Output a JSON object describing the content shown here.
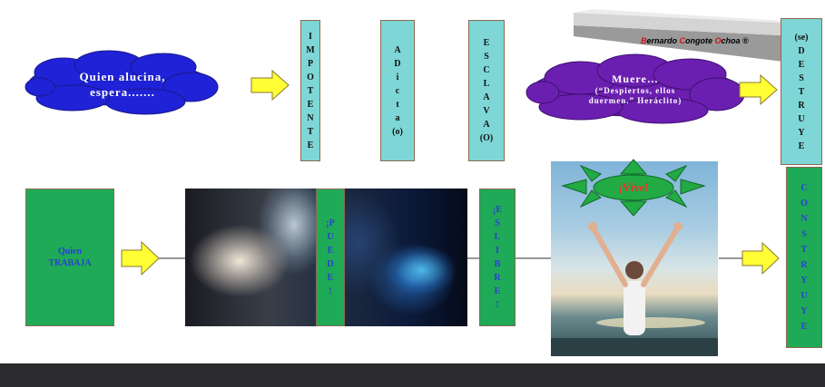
{
  "colors": {
    "teal_box": "#7fd6d6",
    "green_box": "#1faa57",
    "blue_cloud": "#1f22d6",
    "purple_cloud": "#6b1fb0",
    "arrow": "#ffff33",
    "bottom_bar": "#2c2c2e"
  },
  "cloud_left": {
    "line1": "Quien alucina,",
    "line2": "espera......."
  },
  "cloud_right": {
    "line1": "Muere…",
    "line2": "(“Despiertos, ellos",
    "line3": "duermen.” Heráclito)"
  },
  "box_impotente": [
    "I",
    "M",
    "P",
    "O",
    "T",
    "E",
    "N",
    "T",
    "E"
  ],
  "box_adicto": [
    "A",
    "D",
    "i",
    "c",
    "t",
    "a",
    "(o)"
  ],
  "box_esclava": [
    "E",
    "S",
    "C",
    "L",
    "A",
    "V",
    "A",
    "(O)"
  ],
  "box_destruye": [
    "(se)",
    "D",
    "E",
    "S",
    "T",
    "R",
    "U",
    "Y",
    "E"
  ],
  "box_quien_trabaja": {
    "line1": "Quien",
    "line2": "TRABAJA"
  },
  "box_puede": [
    "¡P",
    "U",
    "E",
    "D",
    "E",
    "!"
  ],
  "box_es_libre": [
    "¡E",
    "S",
    "",
    "L",
    "I",
    "B",
    "R",
    "E",
    "!"
  ],
  "box_construye": [
    "C",
    "O",
    "N",
    "S",
    "T",
    "R",
    "Y",
    "U",
    "Y",
    "E"
  ],
  "sun_label": "¡Vive!",
  "banner": {
    "part1_initial": "B",
    "part1_rest": "ernardo ",
    "part2_initial": "C",
    "part2_rest": "ongote ",
    "part3_initial": "O",
    "part3_rest": "choa ®"
  },
  "icons": [
    "arrow-right-icon",
    "cloud-shape",
    "sun-icon"
  ]
}
